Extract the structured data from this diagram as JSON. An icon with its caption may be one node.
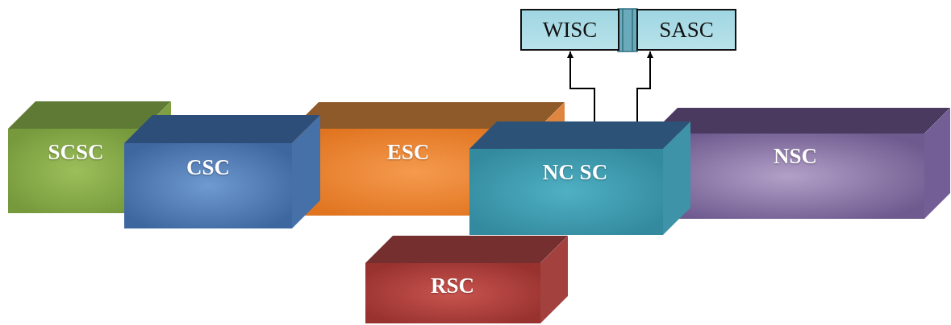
{
  "diagram": {
    "nodes": [
      {
        "text": [
          "SCSC"
        ]
      },
      {
        "text": [
          "CSC"
        ]
      },
      {
        "text": [
          "ESC"
        ]
      },
      {
        "text": [
          "NC SC"
        ]
      },
      {
        "text": [
          "NSC"
        ]
      },
      {
        "text": [
          "RSC"
        ]
      },
      {
        "text": [
          "WISC"
        ]
      },
      {
        "text": [
          "SASC"
        ]
      }
    ],
    "edges": [
      {
        "from": 3,
        "to": 6,
        "arrow": "to"
      },
      {
        "from": 3,
        "to": 7,
        "arrow": "to"
      }
    ]
  }
}
